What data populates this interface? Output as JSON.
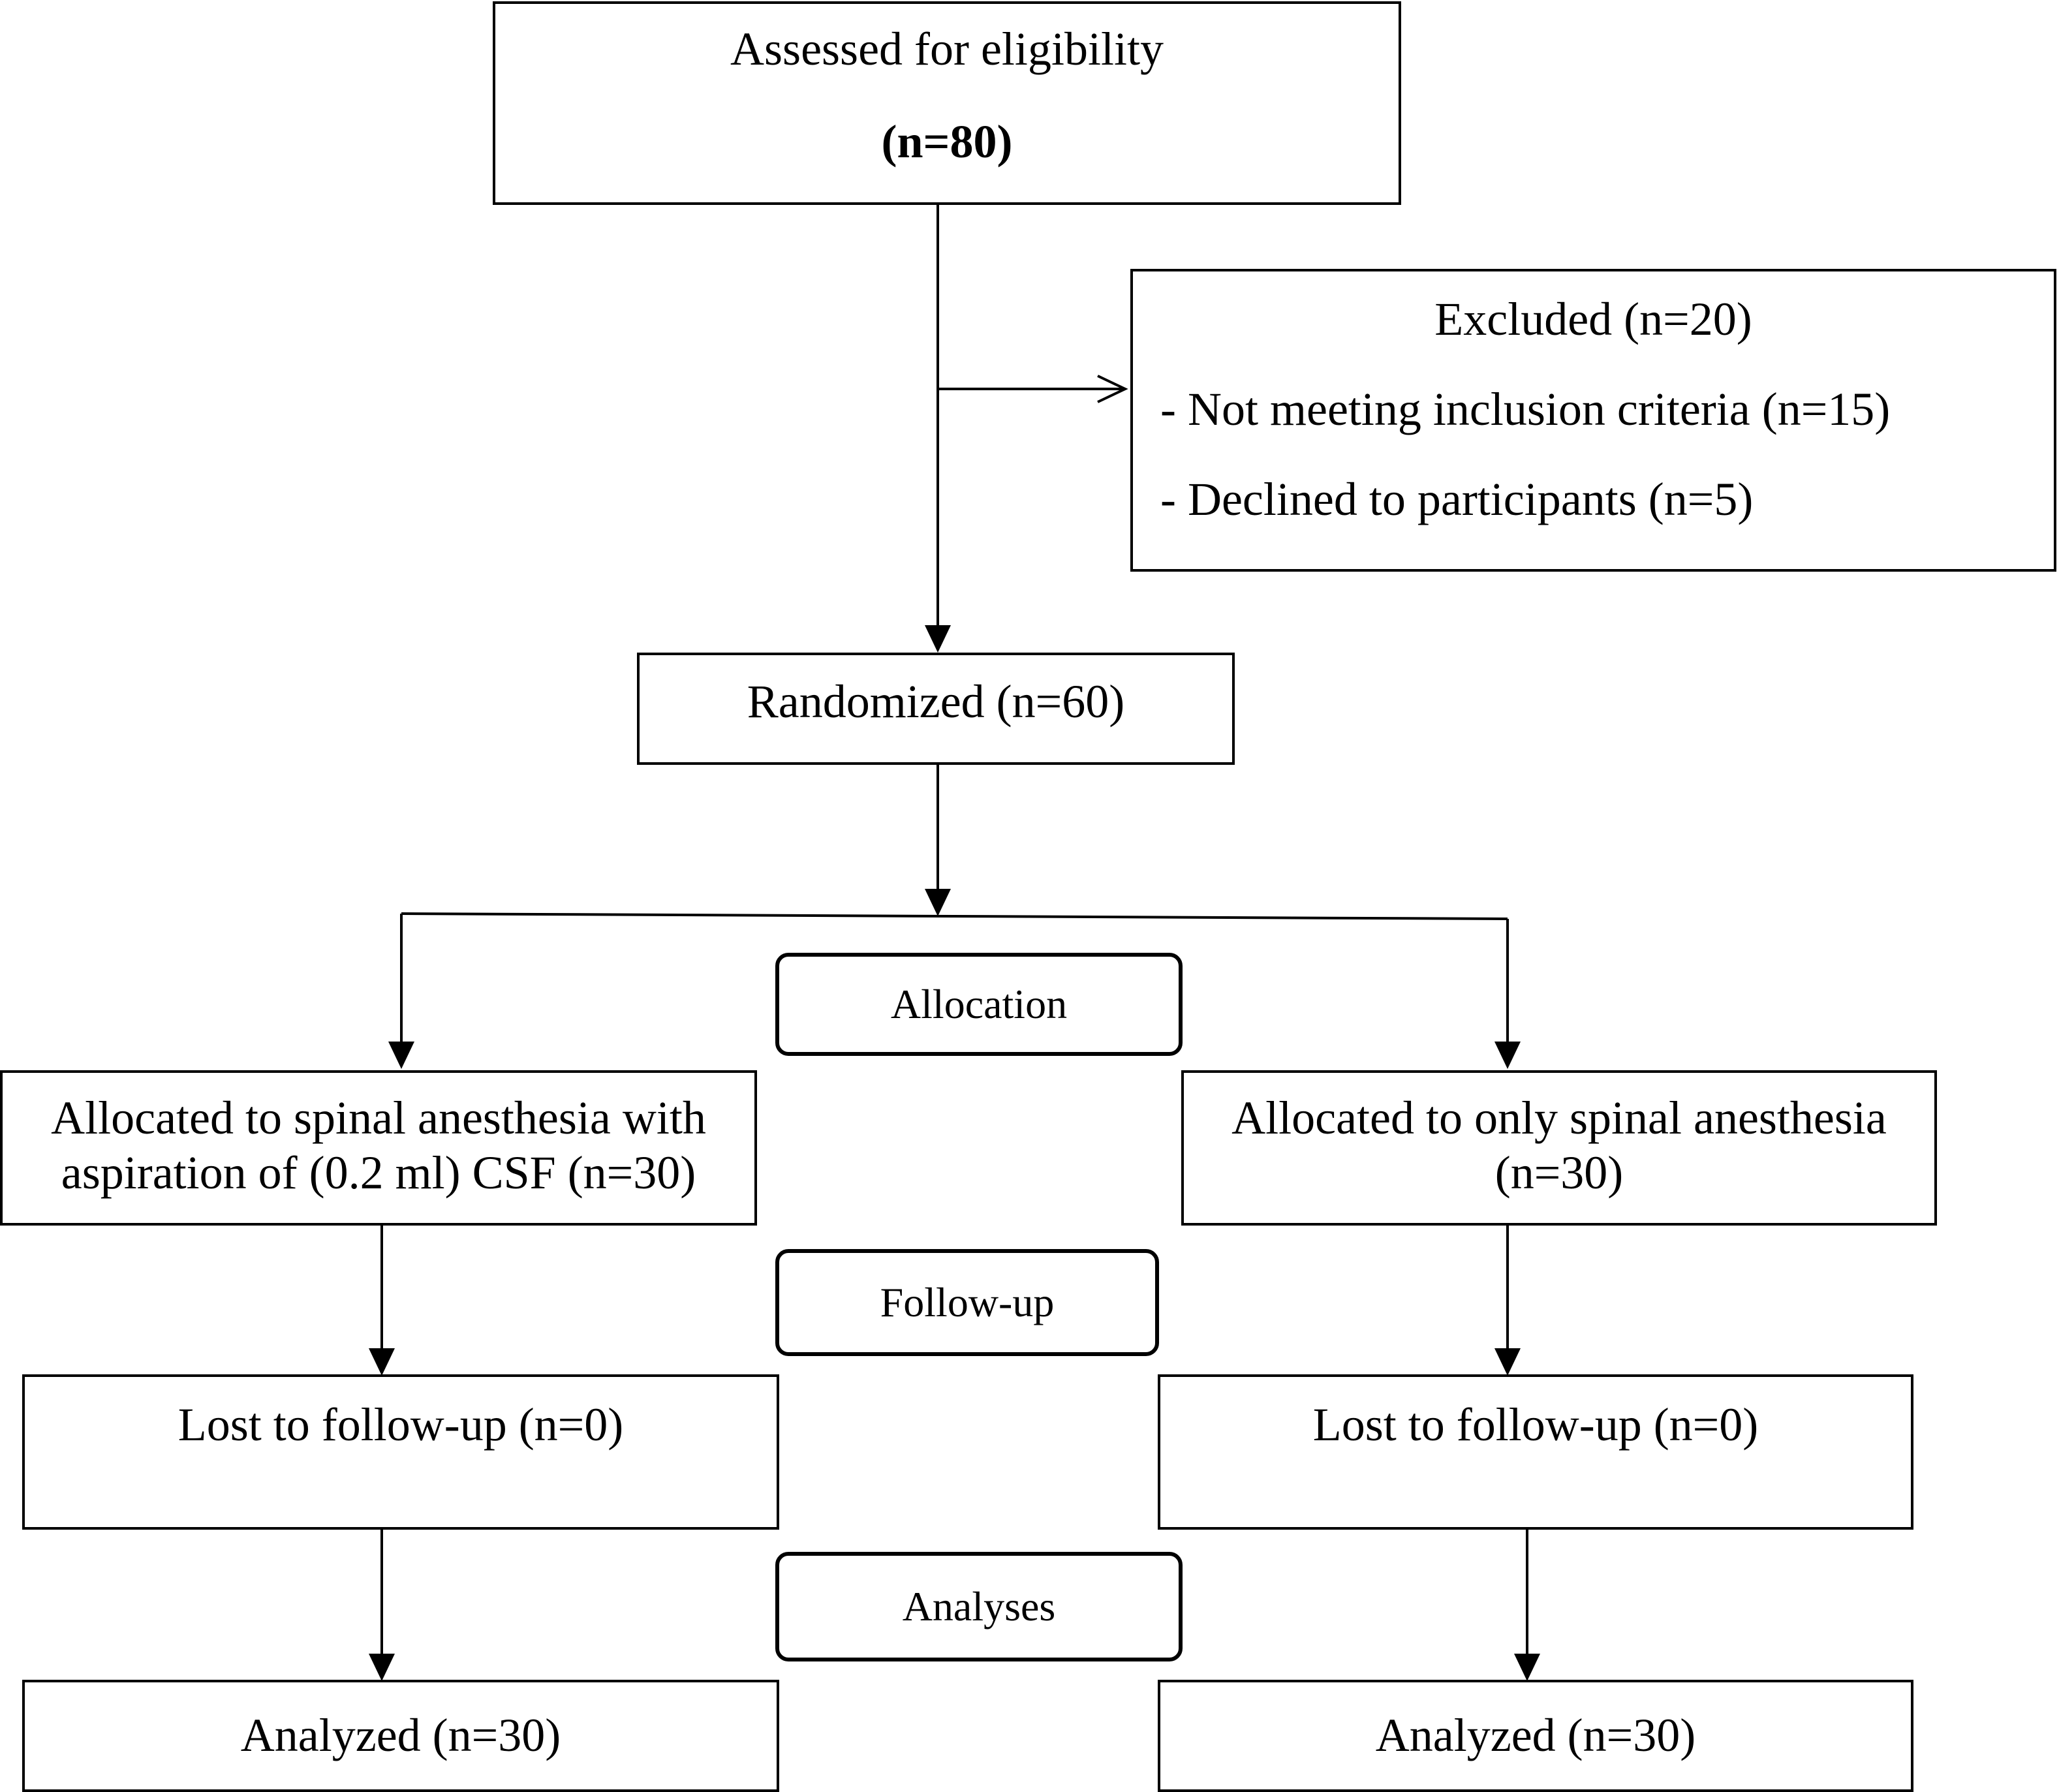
{
  "assessed": {
    "line1": "Assessed for eligibility",
    "line2": "(n=80)"
  },
  "excluded": {
    "title": "Excluded (n=20)",
    "item1": "- Not meeting inclusion criteria (n=15)",
    "item2": "- Declined to participants (n=5)"
  },
  "randomized": {
    "label": "Randomized (n=60)"
  },
  "stages": {
    "allocation": "Allocation",
    "followup": "Follow-up",
    "analyses": "Analyses"
  },
  "left_arm": {
    "allocated_line1": "Allocated to spinal anesthesia with",
    "allocated_line2": "aspiration of (0.2 ml) CSF (n=30)",
    "lost": "Lost to follow-up (n=0)",
    "analyzed": "Analyzed (n=30)"
  },
  "right_arm": {
    "allocated_line1": "Allocated to only spinal anesthesia",
    "allocated_line2": "(n=30)",
    "lost": "Lost to follow-up (n=0)",
    "analyzed": "Analyzed (n=30)"
  }
}
